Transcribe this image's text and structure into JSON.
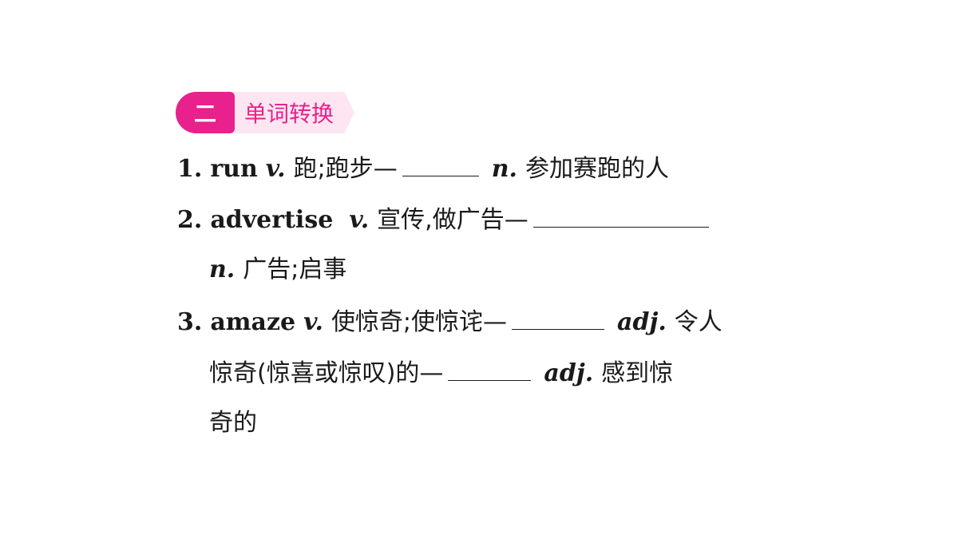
{
  "section": {
    "number": "二",
    "title": "单词转换"
  },
  "items": [
    {
      "num": "1.",
      "word": "run",
      "pos1": "v.",
      "meaning1": "跑;跑步—",
      "pos2": "n.",
      "meaning2": "参加赛跑的人"
    },
    {
      "num": "2.",
      "word": "advertise",
      "pos1": "v.",
      "meaning1": "宣传,做广告—",
      "pos2": "n.",
      "meaning2": "广告;启事"
    },
    {
      "num": "3.",
      "word": "amaze",
      "pos1": "v.",
      "meaning1": "使惊奇;使惊诧—",
      "pos2": "adj.",
      "meaning2": "令人",
      "meaning2_cont": "惊奇(惊喜或惊叹)的—",
      "pos3": "adj.",
      "meaning3": "感到惊",
      "meaning3_cont": "奇的"
    }
  ]
}
